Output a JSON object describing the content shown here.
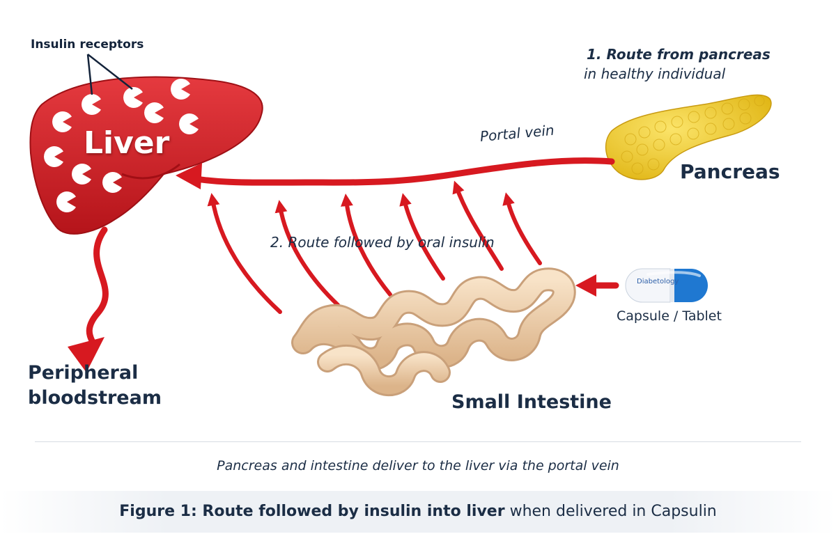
{
  "labels": {
    "insulin_receptors": "Insulin receptors",
    "liver": "Liver",
    "route1_line1": "1. Route from pancreas",
    "route1_line2": "in healthy individual",
    "portal_vein": "Portal vein",
    "pancreas": "Pancreas",
    "route2": "2. Route followed by oral insulin",
    "capsule_brand": "Diabetology",
    "capsule": "Capsule / Tablet",
    "peripheral_line1": "Peripheral",
    "peripheral_line2": "bloodstream",
    "small_intestine": "Small Intestine"
  },
  "caption": {
    "italic": "Pancreas and intestine deliver to the liver via the portal vein",
    "figure_bold": "Figure 1: Route followed by insulin into liver",
    "figure_rest": " when delivered in Capsulin"
  },
  "colors": {
    "liver": "#cf1d24",
    "vein": "#d71920",
    "pancreas": "#f2cf2c",
    "intestine": "#f0d2ad",
    "capsule_blue": "#1f78d1",
    "text": "#1b2d45"
  },
  "icons": {
    "receptor": "pacman-receptor-icon",
    "capsule": "capsule-icon"
  }
}
